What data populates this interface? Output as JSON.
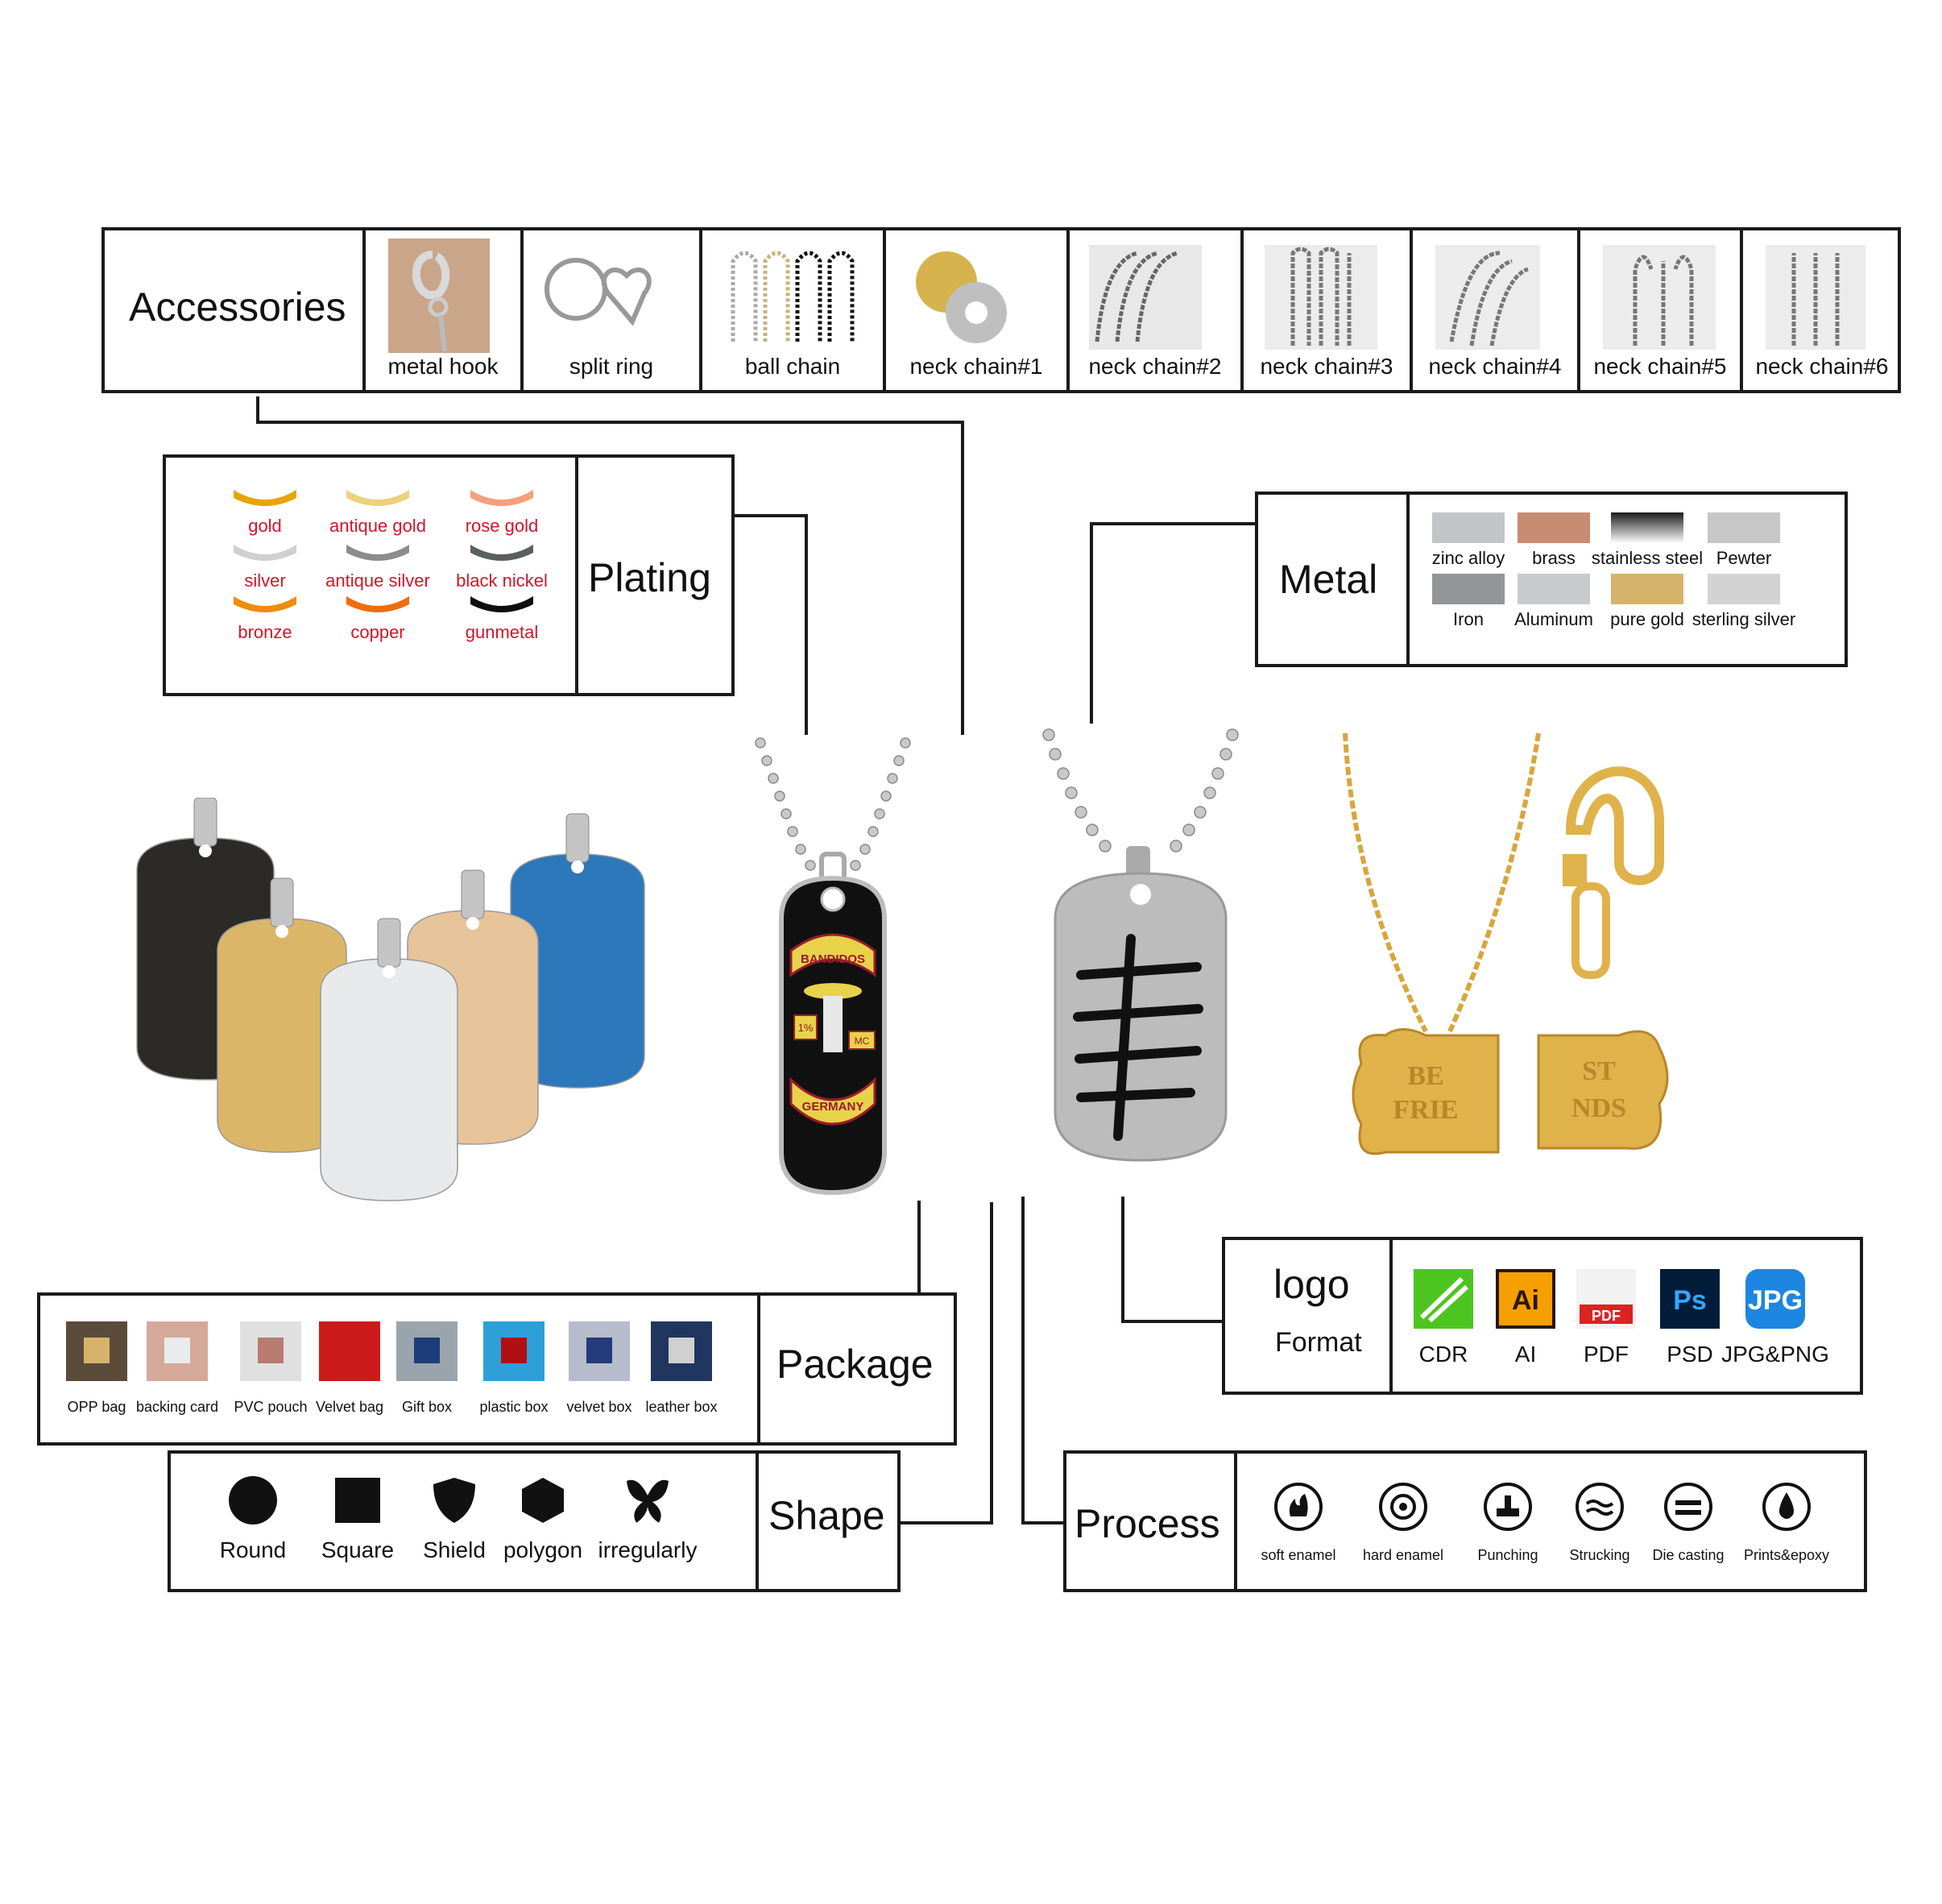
{
  "accessories": {
    "title": "Accessories",
    "items": [
      "metal hook",
      "split ring",
      "ball chain",
      "neck chain#1",
      "neck chain#2",
      "neck chain#3",
      "neck chain#4",
      "neck chain#5",
      "neck chain#6"
    ]
  },
  "plating": {
    "title": "Plating",
    "items": [
      {
        "label": "gold",
        "color": "#e8a400"
      },
      {
        "label": "antique gold",
        "color": "#ecd27a"
      },
      {
        "label": "rose gold",
        "color": "#f4a07a"
      },
      {
        "label": "silver",
        "color": "#cfd0d1"
      },
      {
        "label": "antique silver",
        "color": "#8a8c8e"
      },
      {
        "label": "black nickel",
        "color": "#5a5f62"
      },
      {
        "label": "bronze",
        "color": "#ee8d0e"
      },
      {
        "label": "copper",
        "color": "#f06c0a"
      },
      {
        "label": "gunmetal",
        "color": "#0d0d0d"
      }
    ]
  },
  "metal": {
    "title": "Metal",
    "items": [
      {
        "label": "zinc alloy",
        "color": "#c3c4c6"
      },
      {
        "label": "brass",
        "color": "#c78c71"
      },
      {
        "label": "stainless steel",
        "color": "#2b2b2b"
      },
      {
        "label": "Pewter",
        "color": "#c7c7c7"
      },
      {
        "label": "Iron",
        "color": "#949596"
      },
      {
        "label": "Aluminum",
        "color": "#c8cacc"
      },
      {
        "label": "pure gold",
        "color": "#d6b36a"
      },
      {
        "label": "sterling silver",
        "color": "#d3d3d3"
      }
    ]
  },
  "package": {
    "title": "Package",
    "items": [
      "OPP bag",
      "backing card",
      "PVC pouch",
      "Velvet bag",
      "Gift box",
      "plastic box",
      "velvet box",
      "leather box"
    ]
  },
  "logo": {
    "title": "logo",
    "subtitle": "Format",
    "items": [
      {
        "label": "CDR",
        "icon": "corel-draw-icon"
      },
      {
        "label": "AI",
        "icon": "illustrator-icon",
        "glyph": "Ai"
      },
      {
        "label": "PDF",
        "icon": "pdf-icon",
        "glyph": "PDF"
      },
      {
        "label": "PSD",
        "icon": "photoshop-icon",
        "glyph": "Ps"
      },
      {
        "label": "JPG&PNG",
        "icon": "jpg-icon",
        "glyph": "JPG"
      }
    ]
  },
  "shape": {
    "title": "Shape",
    "items": [
      "Round",
      "Square",
      "Shield",
      "polygon",
      "irregularly"
    ]
  },
  "process": {
    "title": "Process",
    "items": [
      "soft enamel",
      "hard enamel",
      "Punching",
      "Strucking",
      "Die casting",
      "Prints&epoxy"
    ]
  },
  "products": {
    "tag_colors": [
      "#2b2a27",
      "#dcb668",
      "#e8e9ea",
      "#e7c39a",
      "#2d77bb"
    ],
    "pendant1": {
      "top": "BANDIDOS",
      "mid_left": "1%",
      "mid_right": "MC",
      "bottom": "GERMANY"
    },
    "bone_left": {
      "line1": "BE",
      "line2": "FRIE"
    },
    "bone_right": {
      "line1": "ST",
      "line2": "NDS"
    }
  }
}
